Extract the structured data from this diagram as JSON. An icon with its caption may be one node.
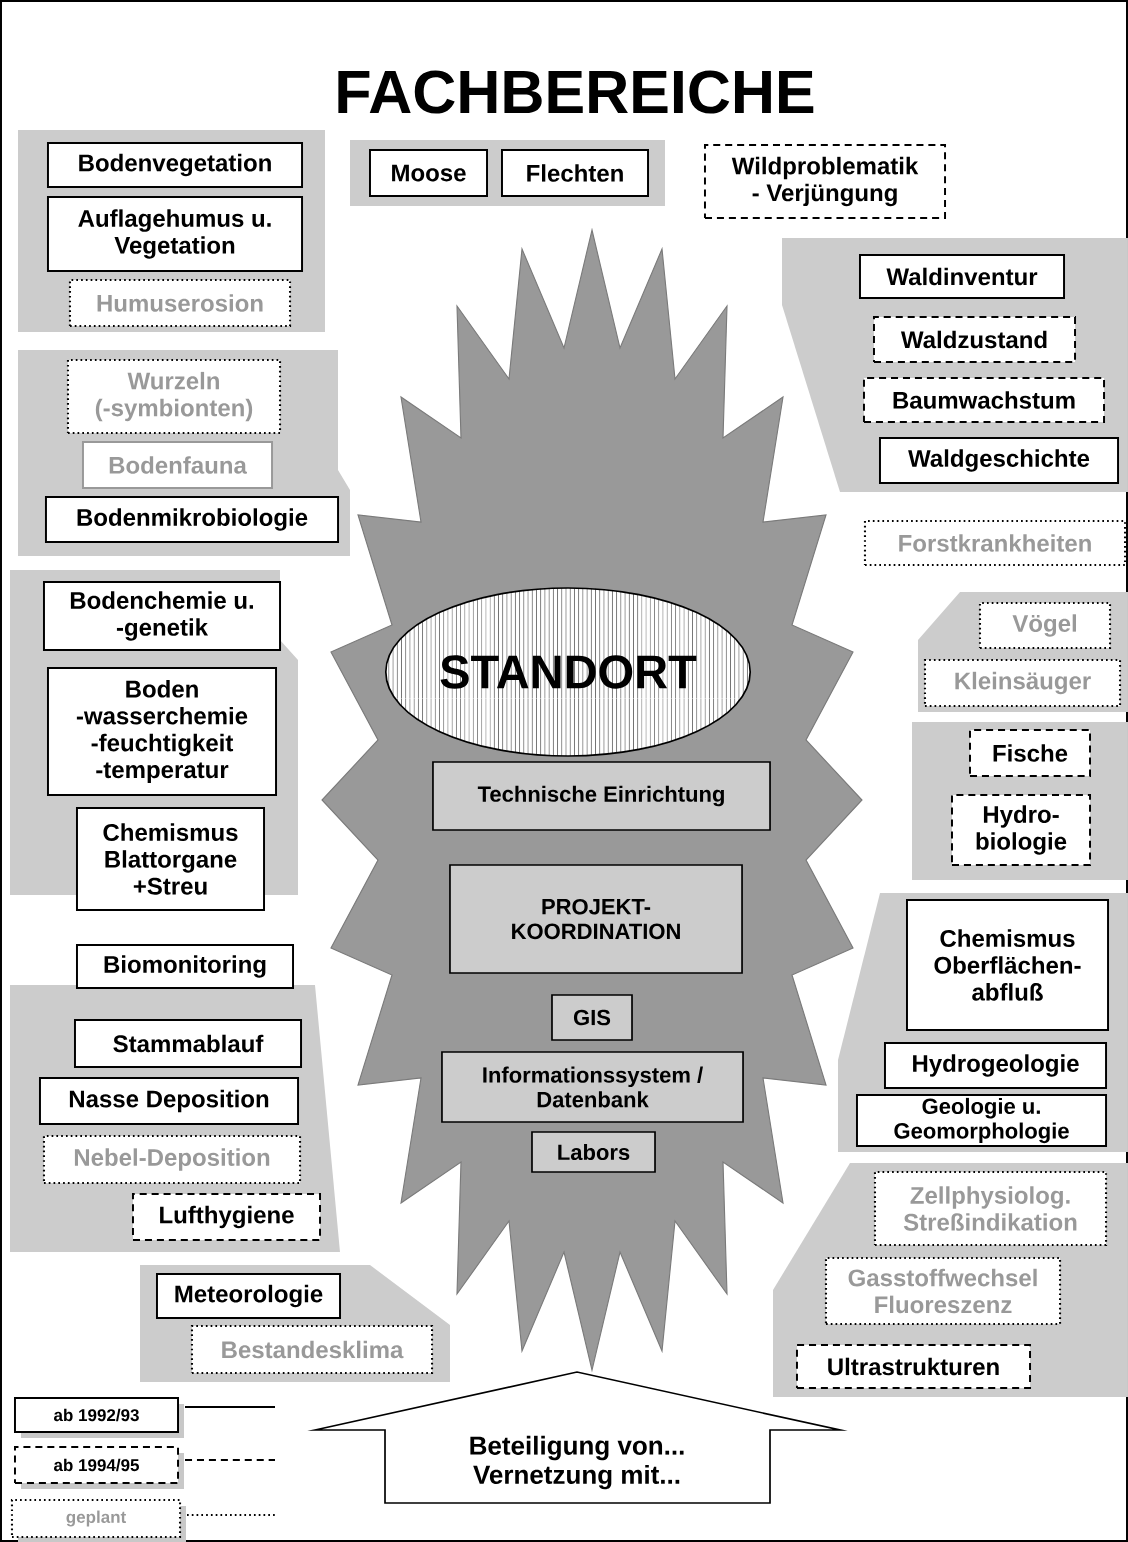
{
  "diagram": {
    "title": "FACHBEREICHE",
    "nodes": [
      {
        "text": [],
        "shape": "band"
      },
      {
        "text": [
          "Bodenvegetation"
        ],
        "in": 0
      },
      {
        "text": [
          "Auflagehumus u. Vegetation"
        ],
        "in": 0
      },
      {
        "text": [
          "Humuserosion"
        ],
        "in": 0
      },
      {
        "text": [],
        "shape": "band"
      },
      {
        "text": [
          "Moose"
        ],
        "in": 4
      },
      {
        "text": [
          "Flechten"
        ],
        "in": 4
      },
      {
        "text": [
          "Wildproblematik - Verjüngung"
        ]
      },
      {
        "text": [],
        "shape": "band"
      },
      {
        "text": [
          "Waldinventur"
        ],
        "in": 8
      },
      {
        "text": [
          "Waldzustand"
        ],
        "in": 8
      },
      {
        "text": [
          "Baumwachstum"
        ],
        "in": 8
      },
      {
        "text": [
          "Waldgeschichte"
        ],
        "in": 8
      },
      {
        "text": [],
        "shape": "band"
      },
      {
        "text": [
          "Wurzeln (-symbionten)"
        ],
        "in": 13
      },
      {
        "text": [
          "Bodenfauna"
        ],
        "in": 13
      },
      {
        "text": [
          "Bodenmikrobiologie"
        ],
        "in": 13
      },
      {
        "text": [
          "Forstkrankheiten"
        ]
      },
      {
        "text": [],
        "shape": "star"
      },
      {
        "text": [
          "STANDORT"
        ],
        "in": 18
      },
      {
        "text": [
          "Technische Einrichtung"
        ],
        "in": 18
      },
      {
        "text": [
          "PROJEKT- KOORDINATION"
        ],
        "in": 18
      },
      {
        "text": [
          "GIS"
        ],
        "in": 18
      },
      {
        "text": [
          "Informationssystem / Datenbank"
        ],
        "in": 18
      },
      {
        "text": [
          "Labors"
        ],
        "in": 18
      },
      {
        "text": [],
        "shape": "band"
      },
      {
        "text": [
          "Bodenchemie u. -genetik"
        ],
        "in": 25
      },
      {
        "text": [
          "Boden -wasserchemie -feuchtigkeit -temperatur"
        ],
        "in": 25
      },
      {
        "text": [
          "Chemismus Blattorgane +Streu"
        ],
        "in": 25
      },
      {
        "text": [],
        "shape": "band"
      },
      {
        "text": [
          "Vögel"
        ],
        "in": 29
      },
      {
        "text": [
          "Kleinsäuger"
        ],
        "in": 29
      },
      {
        "text": [],
        "shape": "band"
      },
      {
        "text": [
          "Fische"
        ],
        "in": 32
      },
      {
        "text": [
          "Hydro- biologie"
        ],
        "in": 32
      },
      {
        "text": [
          "Biomonitoring"
        ]
      },
      {
        "text": [],
        "shape": "band"
      },
      {
        "text": [
          "Chemismus Oberflächen- abfluß"
        ],
        "in": 36
      },
      {
        "text": [
          "Hydrogeologie"
        ],
        "in": 36
      },
      {
        "text": [
          "Geologie u. Geomorphologie"
        ],
        "in": 36
      },
      {
        "text": [],
        "shape": "band"
      },
      {
        "text": [
          "Stammablauf"
        ],
        "in": 40
      },
      {
        "text": [
          "Nasse Deposition"
        ],
        "in": 40
      },
      {
        "text": [
          "Nebel-Deposition"
        ],
        "in": 40
      },
      {
        "text": [
          "Lufthygiene"
        ],
        "in": 40
      },
      {
        "text": [],
        "shape": "band"
      },
      {
        "text": [
          "Zellphysiolog. Streßindikation"
        ],
        "in": 45
      },
      {
        "text": [
          "Gasstoffwechsel Fluoreszenz"
        ],
        "in": 45
      },
      {
        "text": [
          "Ultrastrukturen"
        ],
        "in": 45
      },
      {
        "text": [],
        "shape": "band"
      },
      {
        "text": [
          "Meteorologie"
        ],
        "in": 49
      },
      {
        "text": [
          "Bestandesklima"
        ],
        "in": 49
      },
      {
        "text": [
          "Beteiligung von... Vernetzung mit..."
        ]
      }
    ],
    "legend": [
      {
        "text": "ab 1992/93"
      },
      {
        "text": "ab 1994/95"
      },
      {
        "text": "geplant"
      }
    ]
  }
}
